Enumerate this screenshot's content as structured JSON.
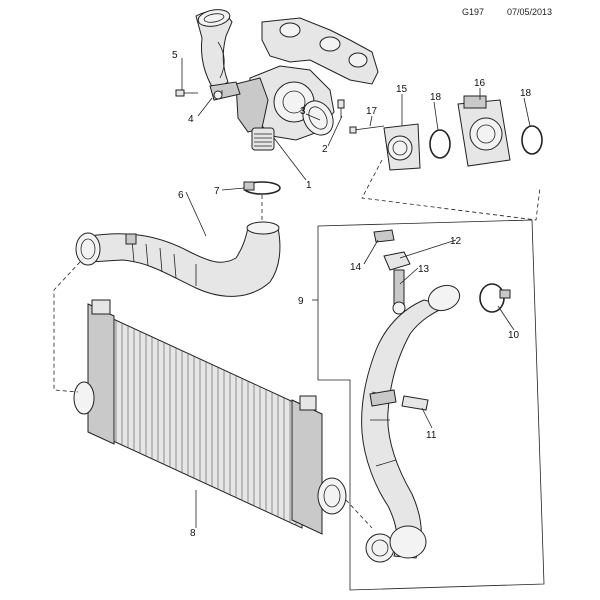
{
  "header": {
    "code": "G197",
    "date": "07/05/2013"
  },
  "callouts": [
    "1",
    "2",
    "3",
    "4",
    "5",
    "6",
    "7",
    "8",
    "9",
    "10",
    "11",
    "12",
    "13",
    "14",
    "15",
    "16",
    "17",
    "18",
    "18"
  ]
}
